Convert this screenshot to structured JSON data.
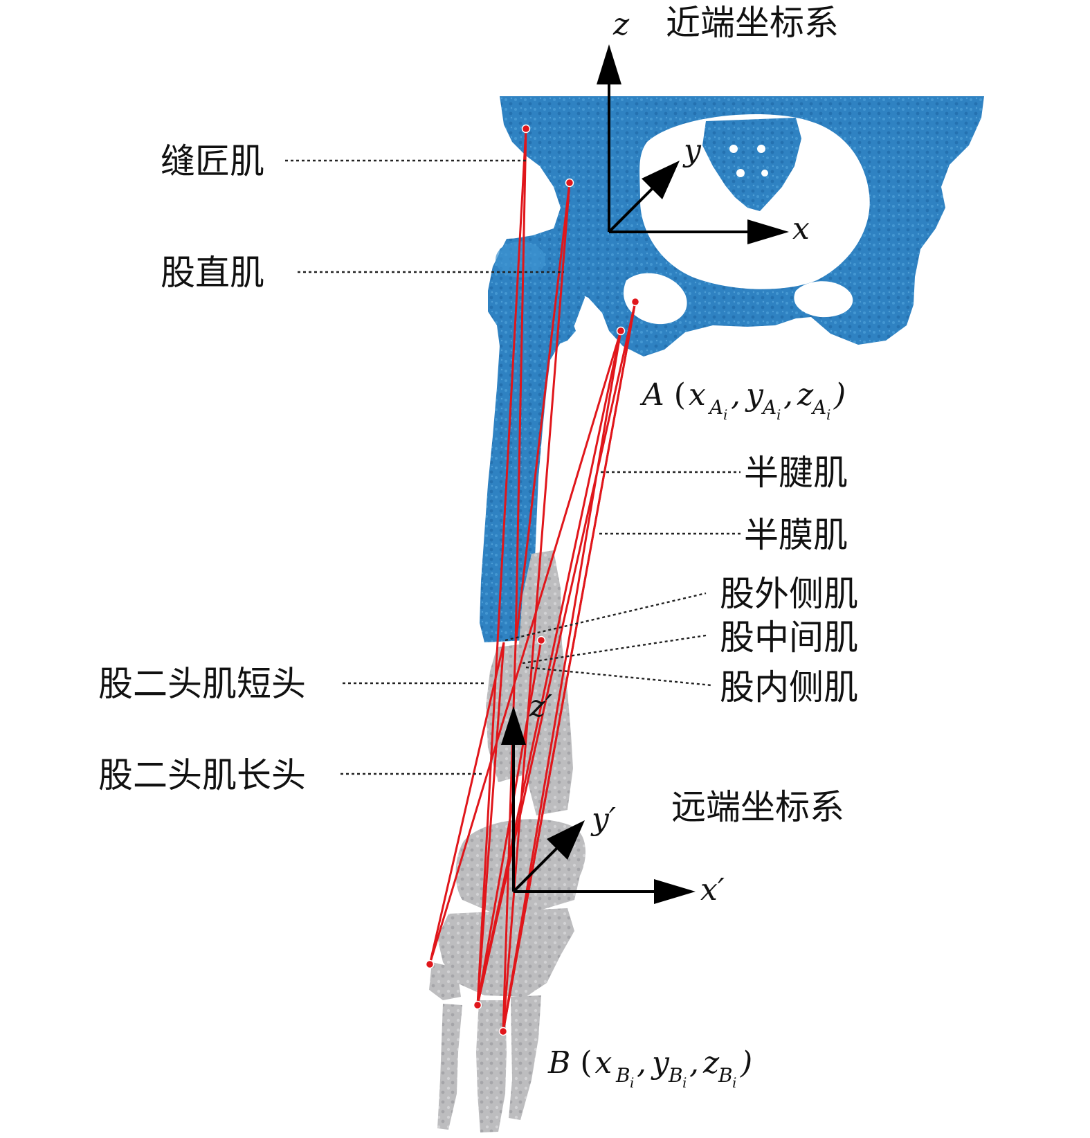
{
  "proximal_frame": {
    "title": "近端坐标系",
    "z_label": "z",
    "y_label": "y",
    "x_label": "x"
  },
  "distal_frame": {
    "title": "远端坐标系",
    "z_label": "z′",
    "y_label": "y′",
    "x_label": "x′"
  },
  "muscle_labels": {
    "sartorius": "缝匠肌",
    "rectus_femoris": "股直肌",
    "semitendinosus": "半腱肌",
    "semimembranosus": "半膜肌",
    "vastus_lateralis": "股外侧肌",
    "vastus_intermedius": "股中间肌",
    "vastus_medialis": "股内侧肌",
    "biceps_short_head": "股二头肌短头",
    "biceps_long_head": "股二头肌长头"
  },
  "point_A": {
    "letter": "A",
    "open": "(",
    "x": "x",
    "y": "y",
    "z": "z",
    "sub_main": "A",
    "sub_index": "i",
    "sep": ",",
    "close": ")"
  },
  "point_B": {
    "letter": "B",
    "open": "(",
    "x": "x",
    "y": "y",
    "z": "z",
    "sub_main": "B",
    "sub_index": "i",
    "sep": ",",
    "close": ")"
  },
  "colors": {
    "pelvis_femur": "#2a7fc0",
    "tibia_bones": "#b9b9bb",
    "muscle_line": "#e0161b"
  }
}
